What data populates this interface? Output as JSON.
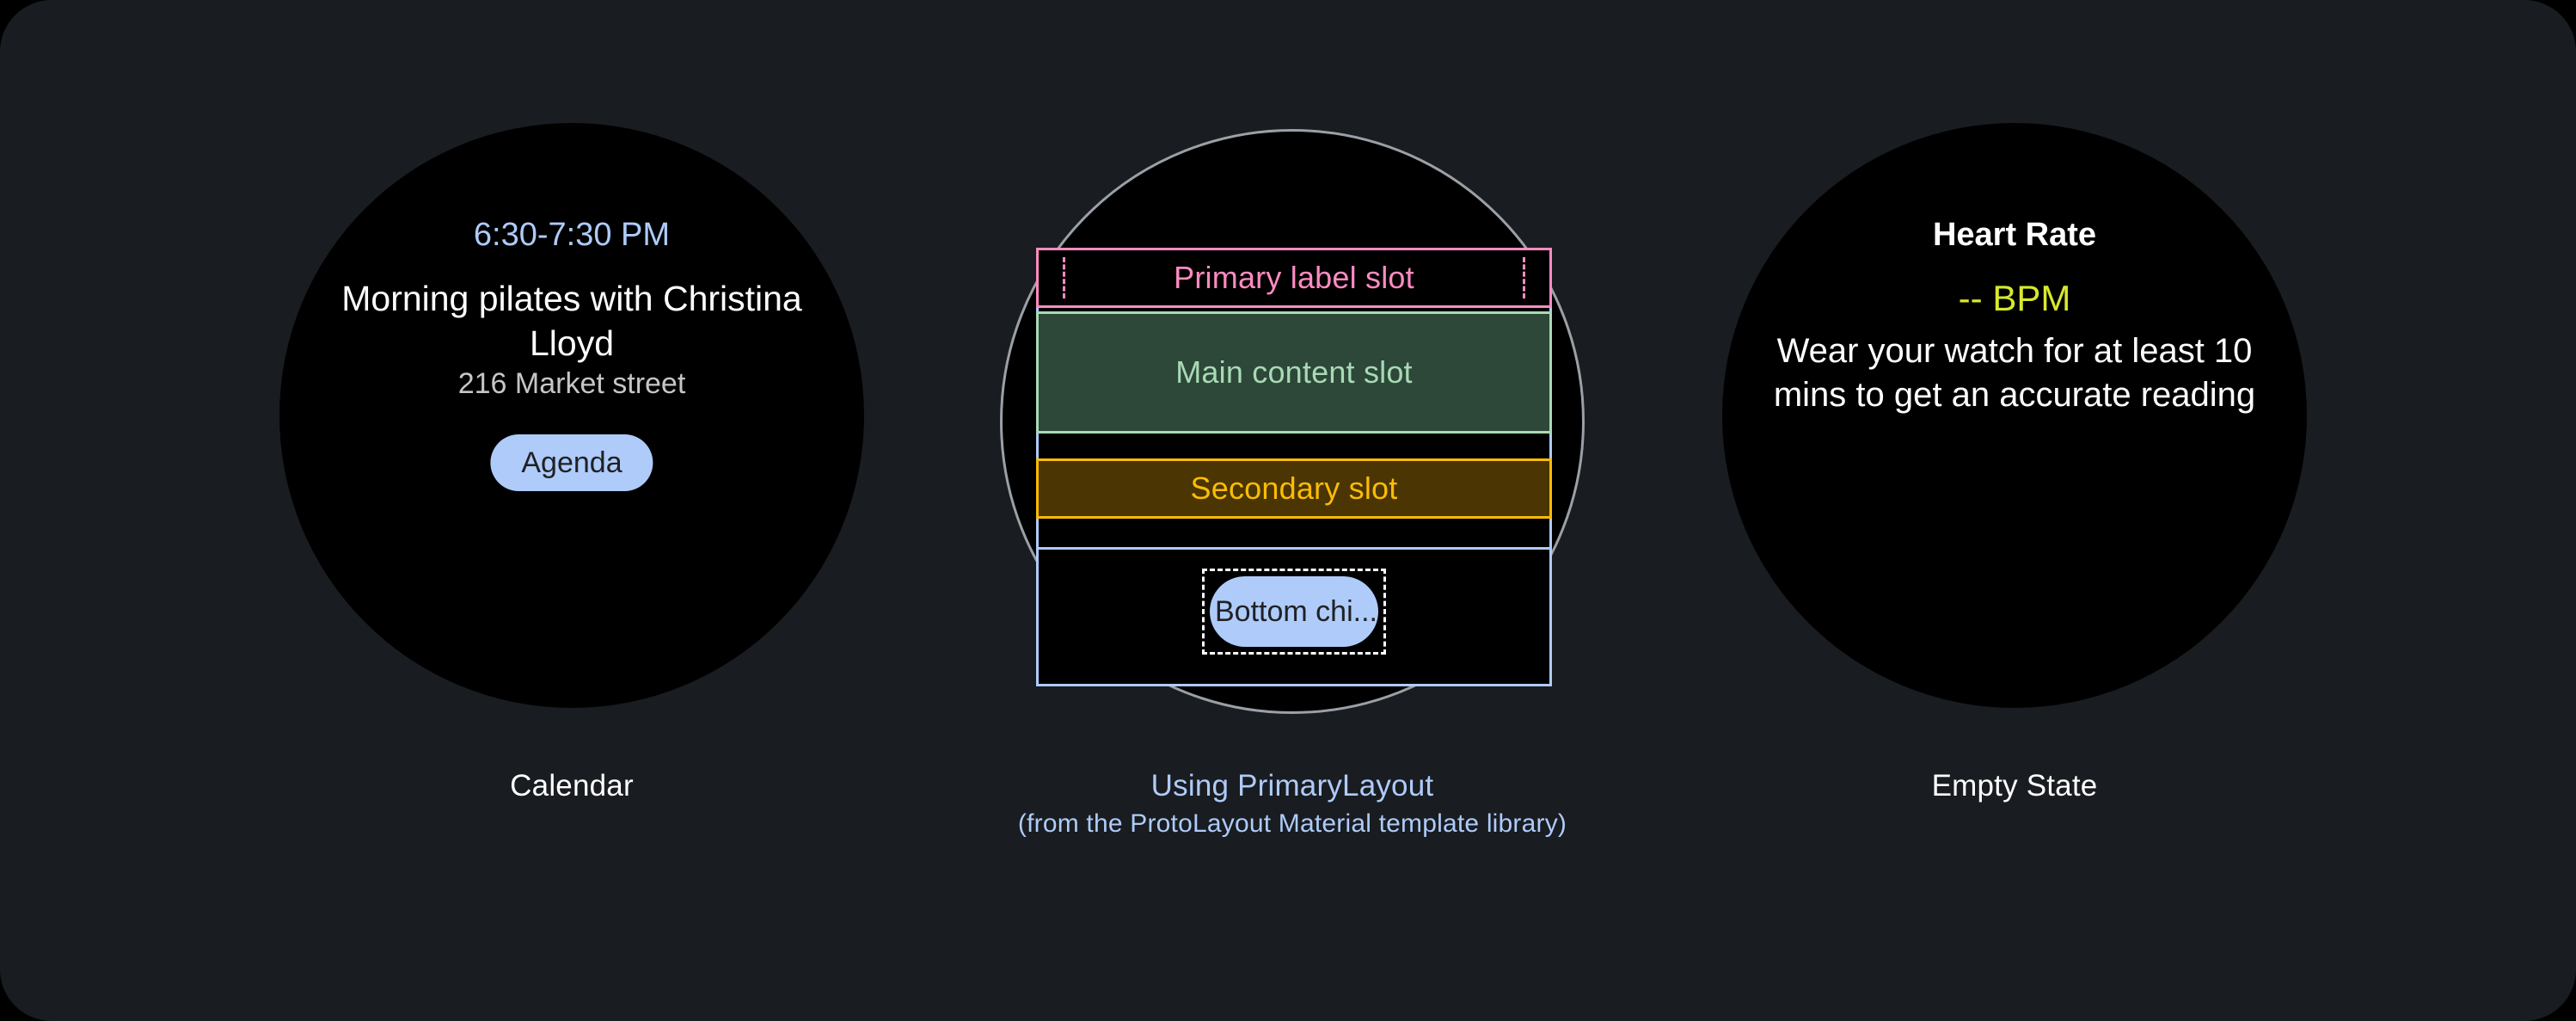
{
  "theme": {
    "page_background": "#000000",
    "card_background": "#191C20",
    "watch_background": "#000000",
    "accent_blue": "#AECBFA",
    "pink": "#FF8BC1",
    "green": "#A8DAB5",
    "green_fill": "#2D4739",
    "gold": "#FBBC04",
    "gold_fill": "#4A3503",
    "lime": "#D7E82F",
    "circle_outline": "#9AA0A6",
    "secondary_text": "#C4C7C5",
    "chip_text": "#202124"
  },
  "calendar_watch": {
    "time_range": "6:30-7:30 PM",
    "event_title": "Morning pilates with Christina Lloyd",
    "location": "216 Market street",
    "chip_label": "Agenda",
    "caption": "Calendar"
  },
  "diagram_watch": {
    "slots": {
      "primary_label": "Primary label slot",
      "main_content": "Main content slot",
      "secondary": "Secondary slot",
      "bottom_chip": "Bottom chi..."
    },
    "caption_main": "Using PrimaryLayout",
    "caption_sub": "(from the ProtoLayout Material template library)"
  },
  "empty_state_watch": {
    "title": "Heart Rate",
    "value": "-- BPM",
    "message": "Wear your watch for at least 10 mins to get an accurate reading",
    "caption": "Empty State"
  }
}
